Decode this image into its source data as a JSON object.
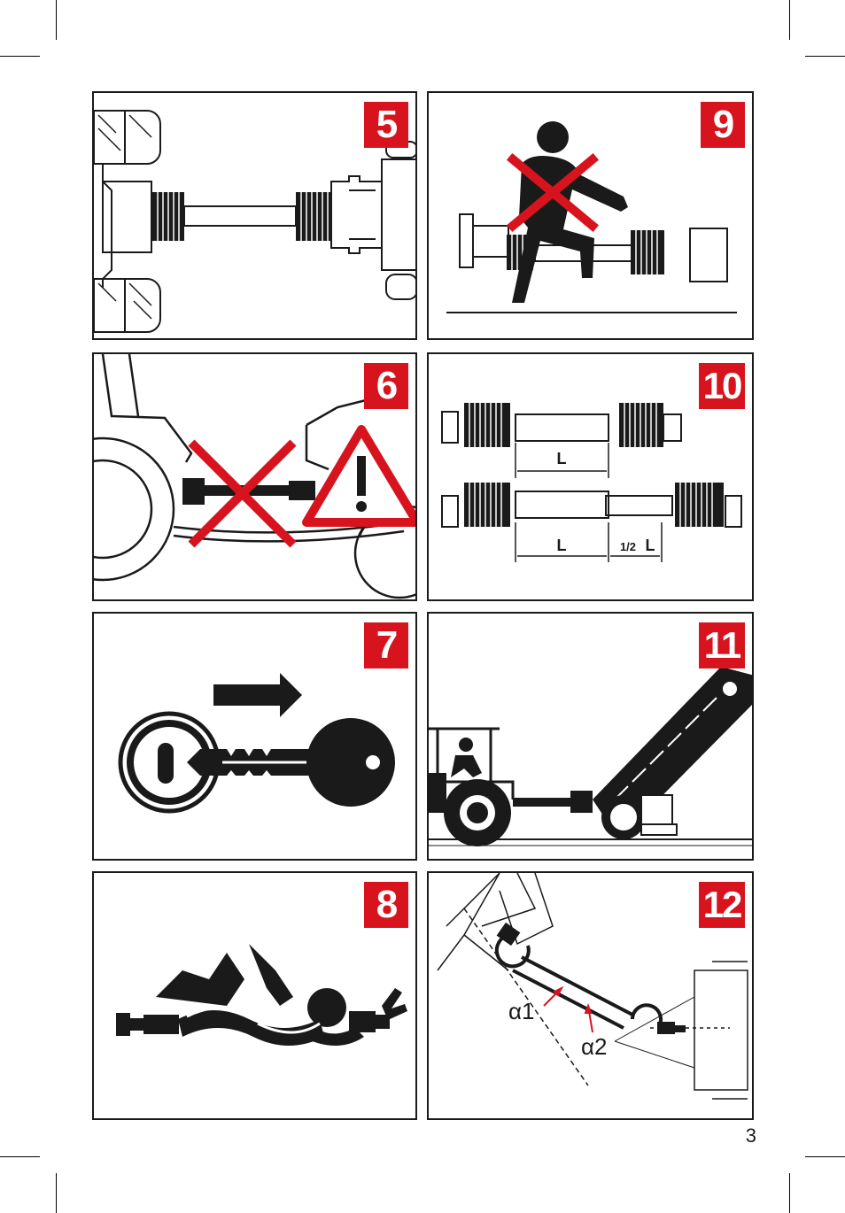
{
  "colors": {
    "accent": "#d7141e",
    "ink": "#1a1a1a",
    "paper": "#ffffff"
  },
  "panels": {
    "p5": {
      "number": "5"
    },
    "p9": {
      "number": "9"
    },
    "p6": {
      "number": "6"
    },
    "p10": {
      "number": "10",
      "label_L_top": "L",
      "label_L_bottom": "L",
      "label_half": "1/2",
      "label_half_L": "L"
    },
    "p7": {
      "number": "7"
    },
    "p11": {
      "number": "11"
    },
    "p8": {
      "number": "8"
    },
    "p12": {
      "number": "12",
      "alpha1": "α1",
      "alpha2": "α2"
    }
  },
  "icons": {
    "p5": "pto-shaft-icon",
    "p9": "no-stepping-over-shaft-icon",
    "p6": "no-unsupported-shaft-warning-icon",
    "p10": "shaft-length-overlap-icon",
    "p7": "key-removed-icon",
    "p11": "tractor-conveyor-icon",
    "p8": "entanglement-hazard-icon",
    "p12": "joint-angle-icon"
  },
  "page": {
    "number": "3"
  }
}
